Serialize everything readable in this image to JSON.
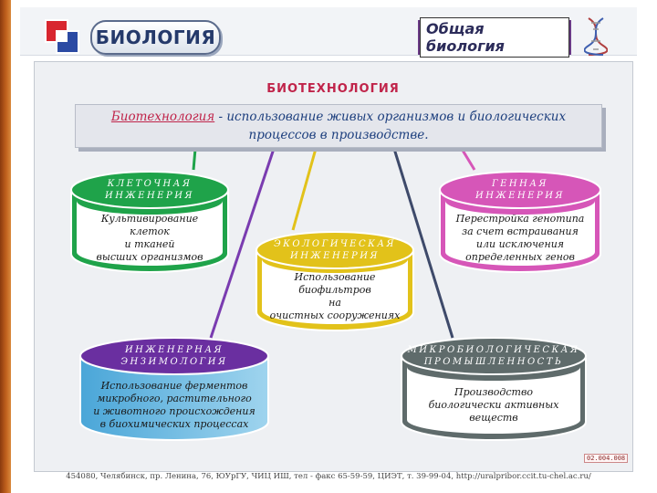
{
  "header": {
    "subject": "БИОЛОГИЯ",
    "course": "Общая биология"
  },
  "diagram": {
    "title": "БИОТЕХНОЛОГИЯ",
    "definition": {
      "term": "Биотехнология",
      "text": " - использование живых организмов и биологических процессов в производстве."
    },
    "nodes": [
      {
        "heading_line1": "Клеточная",
        "heading_line2": "инженерия",
        "body": [
          "Культивирование",
          "клеток",
          "и тканей",
          "высших организмов"
        ],
        "color": "#1fa34a"
      },
      {
        "heading_line1": "Экологическая",
        "heading_line2": "инженерия",
        "body": [
          "Использование",
          "биофильтров",
          "на",
          "очистных сооружениях"
        ],
        "color": "#e2c21a"
      },
      {
        "heading_line1": "Генная",
        "heading_line2": "инженерия",
        "body": [
          "Перестройка генотипа",
          "за счет встраивания",
          "или исключения",
          "определенных генов"
        ],
        "color": "#d656b8"
      },
      {
        "heading_line1": "Инженерная",
        "heading_line2": "энзимология",
        "body": [
          "Использование ферментов",
          "микробного, растительного",
          "и животного происхождения",
          "в биохимических процессах"
        ],
        "color": "#6a2fa0"
      },
      {
        "heading_line1": "Микробиологическая",
        "heading_line2": "промышленность",
        "body": [
          "Производство",
          "биологически активных",
          "веществ"
        ],
        "color": "#5f6b6b"
      }
    ],
    "code": "02.004.008"
  },
  "footer": {
    "text": "454080, Челябинск, пр. Ленина, 76, ЮУрГУ, ЧИЦ ИШ, тел - факс 65-59-59, ЦИЭТ, т. 39-99-04, http://uralpribor.ccit.tu-chel.ac.ru/"
  }
}
